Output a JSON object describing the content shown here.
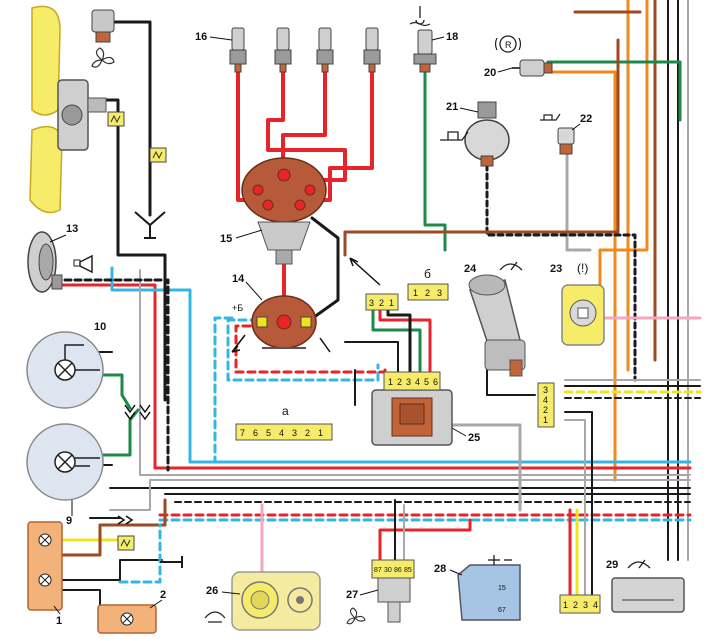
{
  "component_numbers": {
    "c1": "1",
    "c2": "2",
    "c9": "9",
    "c10": "10",
    "c13": "13",
    "c14": "14",
    "c15": "15",
    "c16": "16",
    "c18": "18",
    "c20": "20",
    "c21": "21",
    "c22": "22",
    "c23": "23",
    "c24": "24",
    "c25": "25",
    "c26": "26",
    "c27": "27",
    "c28": "28",
    "c29": "29"
  },
  "captions": {
    "a": "а",
    "b": "б",
    "plus_b": "+Б"
  },
  "connectors": {
    "commutator_7": [
      "7",
      "6",
      "5",
      "4",
      "3",
      "2",
      "1"
    ],
    "switch_123": [
      "1",
      "2",
      "3"
    ],
    "switch_321": [
      "3",
      "2",
      "1"
    ],
    "commutator_pins": [
      "1",
      "2",
      "3",
      "4",
      "5",
      "6"
    ],
    "relay_pins": [
      "87",
      "30",
      "86",
      "85"
    ],
    "relay_28_pins": [
      "15",
      "67"
    ],
    "wiper_stalk": [
      "3",
      "4",
      "2",
      "1"
    ],
    "motor_29_pins": [
      "1",
      "2",
      "3",
      "4"
    ]
  },
  "symbols": {
    "warning": "(!)",
    "r_lamp": "R"
  },
  "colors": {
    "wire_red": "#e8232a",
    "wire_black": "#1a1a1a",
    "wire_blue": "#34b6e4",
    "wire_green": "#1e8a4a",
    "wire_orange": "#f08a1c",
    "wire_brown": "#9c4a22",
    "wire_pink": "#f4a7c2",
    "wire_yellow": "#f2e21a",
    "wire_grey": "#a8a8a8",
    "component_yellow": "#f7ec6a",
    "component_copper": "#c0643a"
  }
}
